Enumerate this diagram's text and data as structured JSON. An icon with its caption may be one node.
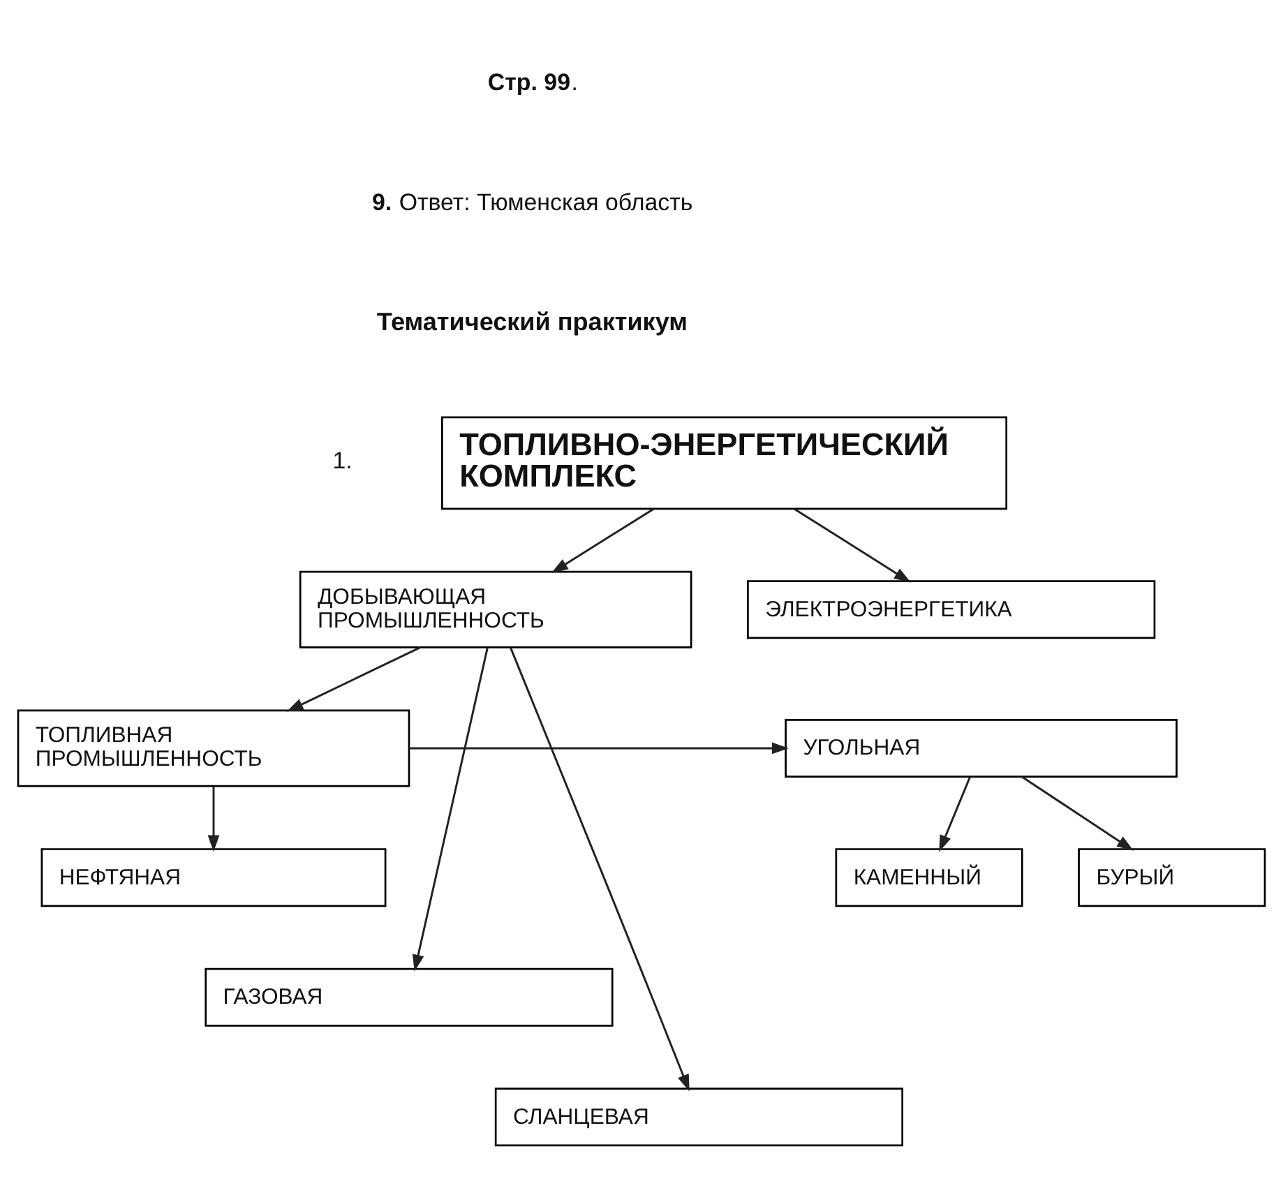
{
  "diagram": {
    "nodes": [
      {
        "text": [
          "ТОПЛИВНО-ЭНЕРГЕТИЧЕСКИЙ КОМПЛЕКС"
        ]
      },
      {
        "text": [
          "ДОБЫВАЮЩАЯ ПРОМЫШЛЕННОСТЬ"
        ]
      },
      {
        "text": [
          "ЭЛЕКТРОЭНЕРГЕТИКА"
        ]
      },
      {
        "text": [
          "ТОПЛИВНАЯ ПРОМЫШЛЕННОСТЬ"
        ]
      },
      {
        "text": [
          "УГОЛЬНАЯ"
        ]
      },
      {
        "text": [
          "НЕФТЯНАЯ"
        ]
      },
      {
        "text": [
          "КАМЕННЫЙ"
        ]
      },
      {
        "text": [
          "БУРЫЙ"
        ]
      },
      {
        "text": [
          "ГАЗОВАЯ"
        ]
      },
      {
        "text": [
          "СЛАНЦЕВАЯ"
        ]
      }
    ],
    "edges": [
      {
        "from": 0,
        "to": 1,
        "arrow": "to"
      },
      {
        "from": 0,
        "to": 2,
        "arrow": "to"
      },
      {
        "from": 1,
        "to": 3,
        "arrow": "to"
      },
      {
        "from": 1,
        "to": 8,
        "arrow": "to"
      },
      {
        "from": 1,
        "to": 9,
        "arrow": "to"
      },
      {
        "from": 3,
        "to": 4,
        "arrow": "to"
      },
      {
        "from": 3,
        "to": 5,
        "arrow": "to"
      },
      {
        "from": 4,
        "to": 6,
        "arrow": "to"
      },
      {
        "from": 4,
        "to": 7,
        "arrow": "to"
      }
    ],
    "labels": [
      "**Стр. 99**.",
      "**9.** Ответ: Тюменская область",
      "Тематический практикум",
      "1."
    ]
  }
}
